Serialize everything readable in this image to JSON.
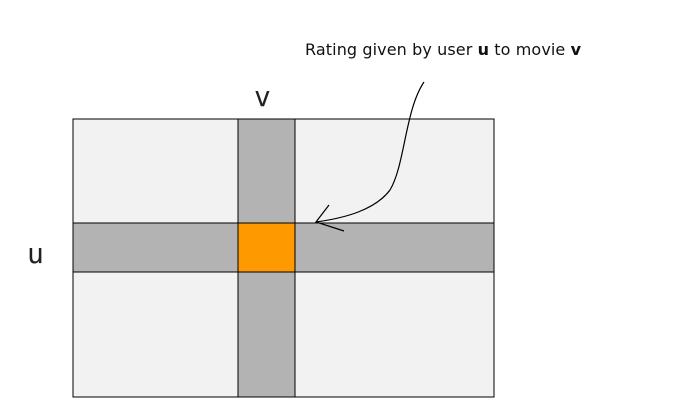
{
  "annotation": {
    "prefix": "Rating given by user ",
    "user_var": "u",
    "middle": " to movie ",
    "movie_var": "v"
  },
  "labels": {
    "column": "v",
    "row": "u"
  },
  "colors": {
    "matrix_background": "#f2f2f2",
    "highlight_band": "#b3b3b3",
    "selected_cell": "#ff9900",
    "outline": "#000000"
  }
}
